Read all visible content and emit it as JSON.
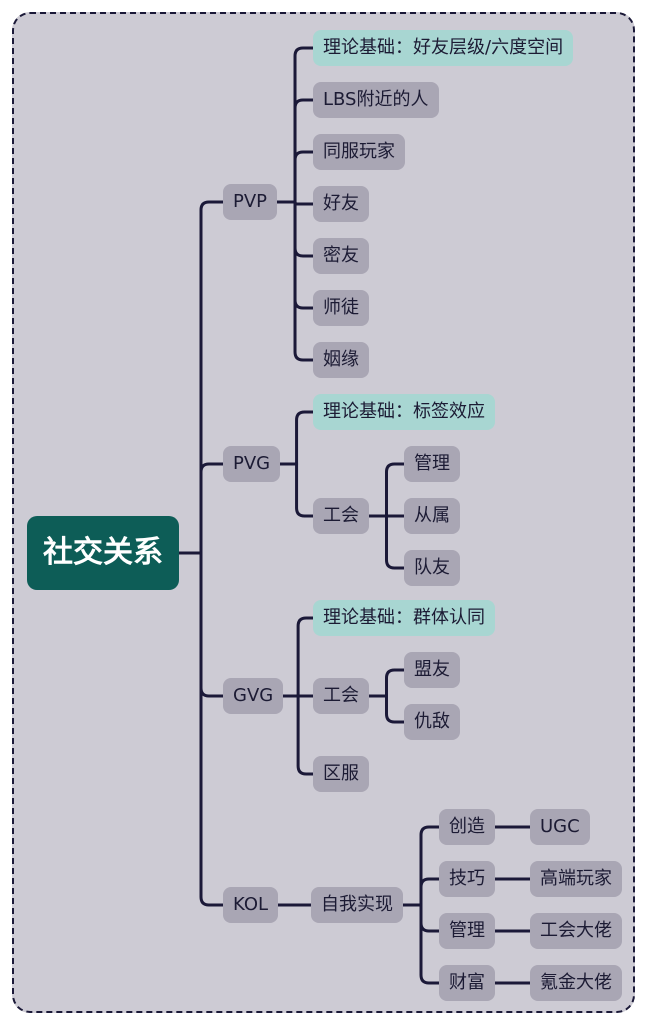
{
  "colors": {
    "frame_background": "#cdcbd4",
    "frame_border": "#1b1938",
    "connector": "#1b1938",
    "root_fill": "#0d5d57",
    "root_text": "#ffffff",
    "node_fill": "#a9a6b4",
    "theory_node_fill": "#a8d6d2",
    "node_text": "#1c1b34"
  },
  "mindmap": {
    "root": "社交关系",
    "branches": [
      {
        "label": "PVP",
        "children": [
          {
            "label": "理论基础：好友层级/六度空间",
            "theory": true
          },
          {
            "label": "LBS附近的人"
          },
          {
            "label": "同服玩家"
          },
          {
            "label": "好友"
          },
          {
            "label": "密友"
          },
          {
            "label": "师徒"
          },
          {
            "label": "姻缘"
          }
        ]
      },
      {
        "label": "PVG",
        "children": [
          {
            "label": "理论基础：标签效应",
            "theory": true
          },
          {
            "label": "工会",
            "children": [
              {
                "label": "管理"
              },
              {
                "label": "从属"
              },
              {
                "label": "队友"
              }
            ]
          }
        ]
      },
      {
        "label": "GVG",
        "children": [
          {
            "label": "理论基础：群体认同",
            "theory": true
          },
          {
            "label": "工会",
            "children": [
              {
                "label": "盟友"
              },
              {
                "label": "仇敌"
              }
            ]
          },
          {
            "label": "区服"
          }
        ]
      },
      {
        "label": "KOL",
        "children": [
          {
            "label": "自我实现",
            "children": [
              {
                "label": "创造",
                "children": [
                  {
                    "label": "UGC"
                  }
                ]
              },
              {
                "label": "技巧",
                "children": [
                  {
                    "label": "高端玩家"
                  }
                ]
              },
              {
                "label": "管理",
                "children": [
                  {
                    "label": "工会大佬"
                  }
                ]
              },
              {
                "label": "财富",
                "children": [
                  {
                    "label": "氪金大佬"
                  }
                ]
              }
            ]
          }
        ]
      }
    ]
  }
}
